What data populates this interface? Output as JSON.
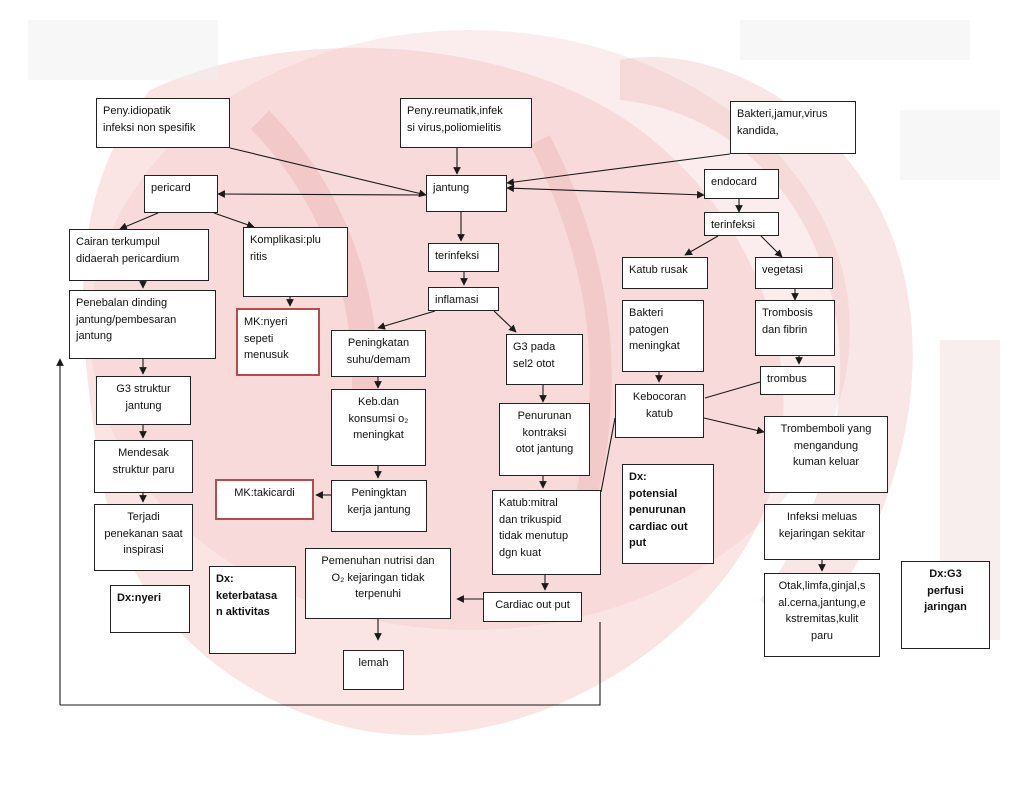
{
  "colors": {
    "background_tint": "#f3c4c4",
    "mk_border": "#b64b4b",
    "line": "#1a1a1a"
  },
  "nodes": {
    "peny_idiopatik": "Peny.idiopatik\ninfeksi non spesifik",
    "peny_reumatik": "Peny.reumatik,infek\nsi virus,poliomielitis",
    "bakteri_jamur": "Bakteri,jamur,virus\nkandida,",
    "pericard": "pericard",
    "jantung": "jantung",
    "endocard": "endocard",
    "terinfeksi_endo": "terinfeksi",
    "cairan": "Cairan terkumpul\ndidaerah pericardium",
    "komplikasi": "Komplikasi:plu\nritis",
    "terinfeksi_mid": "terinfeksi",
    "katub_rusak": "Katub rusak",
    "vegetasi": "vegetasi",
    "penebalan": "Penebalan dinding\njantung/pembesaran\njantung",
    "mk_nyeri": "MK:nyeri\nsepeti\nmenusuk",
    "inflamasi": "inflamasi",
    "bakteri_patogen": "Bakteri\npatogen\nmeningkat",
    "trombosis": "Trombosis\ndan fibrin",
    "peningkatan_suhu": "Peningkatan\nsuhu/demam",
    "g3_sel": "G3 pada\nsel2 otot",
    "g3_struktur": "G3 struktur\njantung",
    "trombus": "trombus",
    "kebocoran": "Kebocoran\nkatub",
    "keb_dan_konsumsi": "Keb.dan\nkonsumsi o₂\nmeningkat",
    "penurunan_kontraksi": "Penurunan\nkontraksi\notot jantung",
    "trombemboli": "Trombemboli yang\nmengandung\nkuman keluar",
    "mendesak": "Mendesak\nstruktur paru",
    "dx_potensial": "Dx:\npotensial\npenurunan\ncardiac out\nput",
    "mk_takicardi": "MK:takicardi",
    "peningktan_kerja": "Peningktan\nkerja jantung",
    "katub_mitral": "Katub:mitral\ndan trikuspid\ntidak menutup\ndgn kuat",
    "terjadi_penekanan": "Terjadi\npenekanan saat\ninspirasi",
    "infeksi_meluas": "Infeksi meluas\nkejaringan sekitar",
    "pemenuhan_nutrisi": "Pemenuhan nutrisi dan\nO₂ kejaringan tidak\nterpenuhi",
    "dx_keterbatasan": "Dx:\nketerbatasa\nn aktivitas",
    "dx_g3_perfusi": "Dx:G3\nperfusi\njaringan",
    "dx_nyeri": "Dx:nyeri",
    "cardiac_out_put": "Cardiac out put",
    "otak_limfa": "Otak,limfa,ginjal,s\nal.cerna,jantung,e\nkstremitas,kulit\nparu",
    "lemah": "lemah"
  }
}
